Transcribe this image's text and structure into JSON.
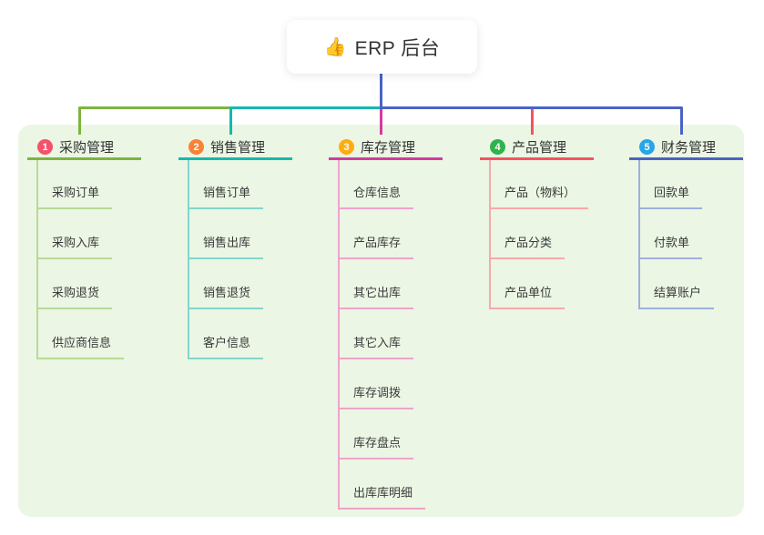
{
  "root": {
    "emoji": "👍",
    "label": "ERP 后台"
  },
  "canvas": {
    "background": "#ffffff",
    "panel_background": "#EBF6E4"
  },
  "connector": {
    "trunk_color": "#4A63C4"
  },
  "branches": [
    {
      "badge": "1",
      "label": "采购管理",
      "badge_color": "#F4526B",
      "line_color": "#7CB53F",
      "child_line_color": "#B7DA97",
      "children": [
        "采购订单",
        "采购入库",
        "采购退货",
        "供应商信息"
      ]
    },
    {
      "badge": "2",
      "label": "销售管理",
      "badge_color": "#FA8137",
      "line_color": "#16B8AE",
      "child_line_color": "#83D5CE",
      "children": [
        "销售订单",
        "销售出库",
        "销售退货",
        "客户信息"
      ]
    },
    {
      "badge": "3",
      "label": "库存管理",
      "badge_color": "#FFAD0D",
      "line_color": "#D23C9D",
      "child_line_color": "#F0A2CD",
      "children": [
        "仓库信息",
        "产品库存",
        "其它出库",
        "其它入库",
        "库存调拨",
        "库存盘点",
        "出库库明细"
      ]
    },
    {
      "badge": "4",
      "label": "产品管理",
      "badge_color": "#31B24E",
      "line_color": "#F4545C",
      "child_line_color": "#F9A8AB",
      "children": [
        "产品（物料）",
        "产品分类",
        "产品单位"
      ]
    },
    {
      "badge": "5",
      "label": "财务管理",
      "badge_color": "#27A5E8",
      "line_color": "#4A63C4",
      "child_line_color": "#9DB0E0",
      "children": [
        "回款单",
        "付款单",
        "结算账户"
      ]
    }
  ]
}
